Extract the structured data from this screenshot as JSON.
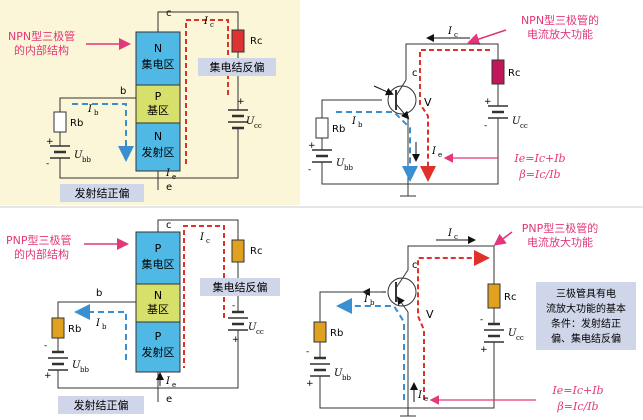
{
  "npn": {
    "title": [
      "NPN型三极管",
      "的内部结构"
    ],
    "regions": {
      "n_top_1": "N",
      "n_top_2": "集电区",
      "p_1": "P",
      "p_2": "基区",
      "n_bot_1": "N",
      "n_bot_2": "发射区"
    },
    "c_label": "c",
    "b_label": "b",
    "e_label": "e",
    "ic_label": "I",
    "ic_sub": "c",
    "ib_label": "I",
    "ib_sub": "b",
    "ie_label": "I",
    "ie_sub": "e",
    "rc": "Rc",
    "rb": "Rb",
    "ubb": "U",
    "ubb_sub": "bb",
    "ucc": "U",
    "ucc_sub": "cc",
    "collector_reverse": "集电结反偏",
    "emitter_forward": "发射结正偏"
  },
  "npn_amp": {
    "title": [
      "NPN型三极管的",
      "电流放大功能"
    ],
    "c": "c",
    "v": "V",
    "rc": "Rc",
    "rb": "Rb",
    "ic_label": "I",
    "ic_sub": "c",
    "ib_label": "I",
    "ib_sub": "b",
    "ie_label": "I",
    "ie_sub": "e",
    "ubb": "U",
    "ubb_sub": "bb",
    "ucc": "U",
    "ucc_sub": "cc",
    "formula1": "Ie=Ic+Ib",
    "formula2": "β=Ic/Ib"
  },
  "pnp": {
    "title": [
      "PNP型三极管",
      "的内部结构"
    ],
    "regions": {
      "p_top_1": "P",
      "p_top_2": "集电区",
      "n_1": "N",
      "n_2": "基区",
      "p_bot_1": "P",
      "p_bot_2": "发射区"
    },
    "c_label": "c",
    "b_label": "b",
    "e_label": "e",
    "ic_label": "I",
    "ic_sub": "c",
    "ib_label": "I",
    "ib_sub": "b",
    "ie_label": "I",
    "ie_sub": "e",
    "rc": "Rc",
    "rb": "Rb",
    "ubb": "U",
    "ubb_sub": "bb",
    "ucc": "U",
    "ucc_sub": "cc",
    "collector_reverse": "集电结反偏",
    "emitter_forward": "发射结正偏"
  },
  "pnp_amp": {
    "title": [
      "PNP型三极管的",
      "电流放大功能"
    ],
    "c": "c",
    "v": "V",
    "rc": "Rc",
    "rb": "Rb",
    "ic_label": "I",
    "ic_sub": "c",
    "ib_label": "I",
    "ib_sub": "b",
    "ie_label": "I",
    "ie_sub": "e",
    "ubb": "U",
    "ubb_sub": "bb",
    "ucc": "U",
    "ucc_sub": "cc",
    "formula1": "Ie=Ic+Ib",
    "formula2": "β=Ic/Ib",
    "note": [
      "三极管具有电",
      "流放大功能的基本",
      "条件：发射结正",
      "偏、集电结反偏"
    ]
  },
  "colors": {
    "pink": "#e2377a",
    "blue_dash": "#3a8fd0",
    "red_dash": "#e0302a",
    "cyan_region": "#4fb8e4",
    "yellow_region": "#d6e06a",
    "label_box": "#cfd6ea",
    "note_box": "#cfd6ea"
  }
}
